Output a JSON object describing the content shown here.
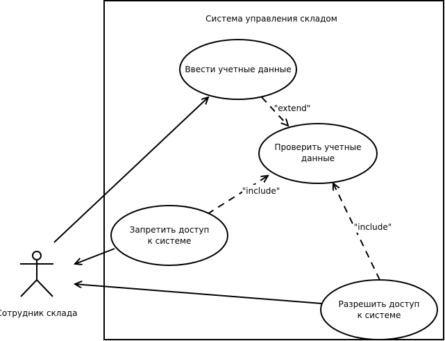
{
  "system": {
    "title": "Система управления складом"
  },
  "actor": {
    "label": "Сотрудник склада"
  },
  "use_cases": {
    "enter_credentials": {
      "line1": "Ввести учетные данные",
      "line2": ""
    },
    "verify_credentials": {
      "line1": "Проверить учетные",
      "line2": "данные"
    },
    "deny_access": {
      "line1": "Запретить доступ",
      "line2": "к системе"
    },
    "grant_access": {
      "line1": "Разрешить доступ",
      "line2": "к системе"
    }
  },
  "relations": {
    "extend_label": "\"extend\"",
    "include_deny_label": "\"include\"",
    "include_grant_label": "\"include\""
  }
}
